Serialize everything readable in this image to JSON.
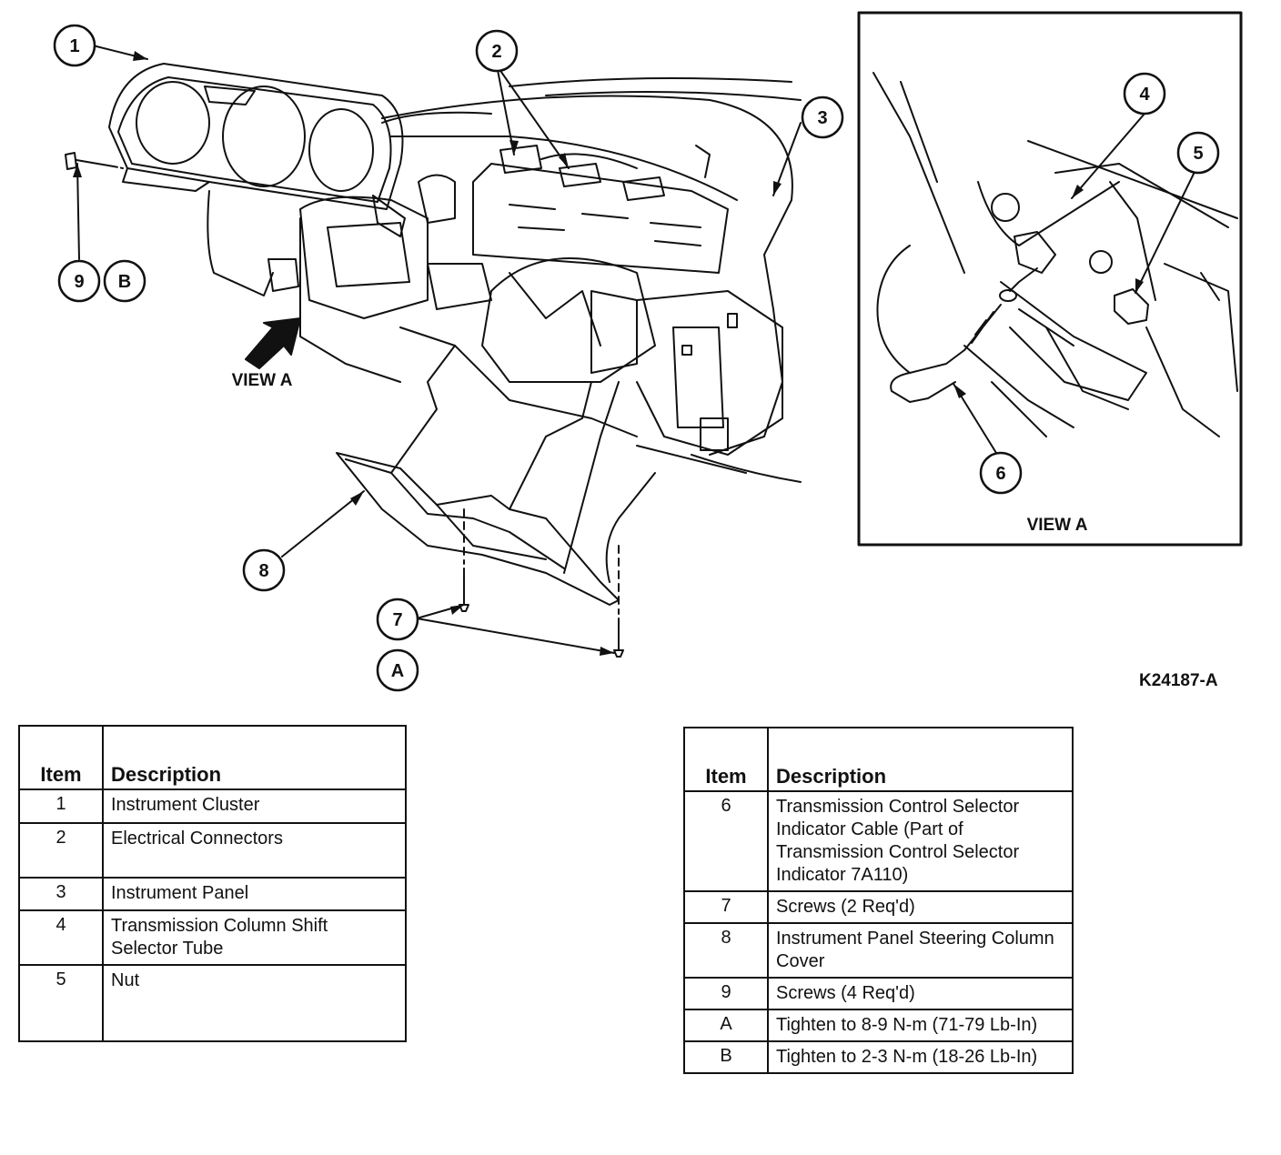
{
  "callouts": {
    "c1": "1",
    "c2": "2",
    "c3": "3",
    "c4": "4",
    "c5": "5",
    "c6": "6",
    "c7": "7",
    "c8": "8",
    "c9": "9",
    "cA": "A",
    "cB": "B"
  },
  "labels": {
    "view_a_main": "VIEW A",
    "view_a_inset": "VIEW A",
    "figure_id": "K24187-A"
  },
  "table_left": {
    "header_item": "Item",
    "header_description": "Description",
    "rows": [
      {
        "item": "1",
        "description": "Instrument Cluster"
      },
      {
        "item": "2",
        "description": "Electrical Connectors"
      },
      {
        "item": "3",
        "description": "Instrument Panel"
      },
      {
        "item": "4",
        "description": "Transmission Column Shift Selector Tube"
      },
      {
        "item": "5",
        "description": "Nut"
      }
    ]
  },
  "table_right": {
    "header_item": "Item",
    "header_description": "Description",
    "rows": [
      {
        "item": "6",
        "description": "Transmission Control Selector Indicator Cable (Part of Transmission Control Selector Indicator 7A110)"
      },
      {
        "item": "7",
        "description": "Screws (2 Req'd)"
      },
      {
        "item": "8",
        "description": "Instrument Panel Steering Column Cover"
      },
      {
        "item": "9",
        "description": "Screws (4 Req'd)"
      },
      {
        "item": "A",
        "description": "Tighten to 8-9 N-m (71-79 Lb-In)"
      },
      {
        "item": "B",
        "description": "Tighten to 2-3 N-m (18-26 Lb-In)"
      }
    ]
  }
}
